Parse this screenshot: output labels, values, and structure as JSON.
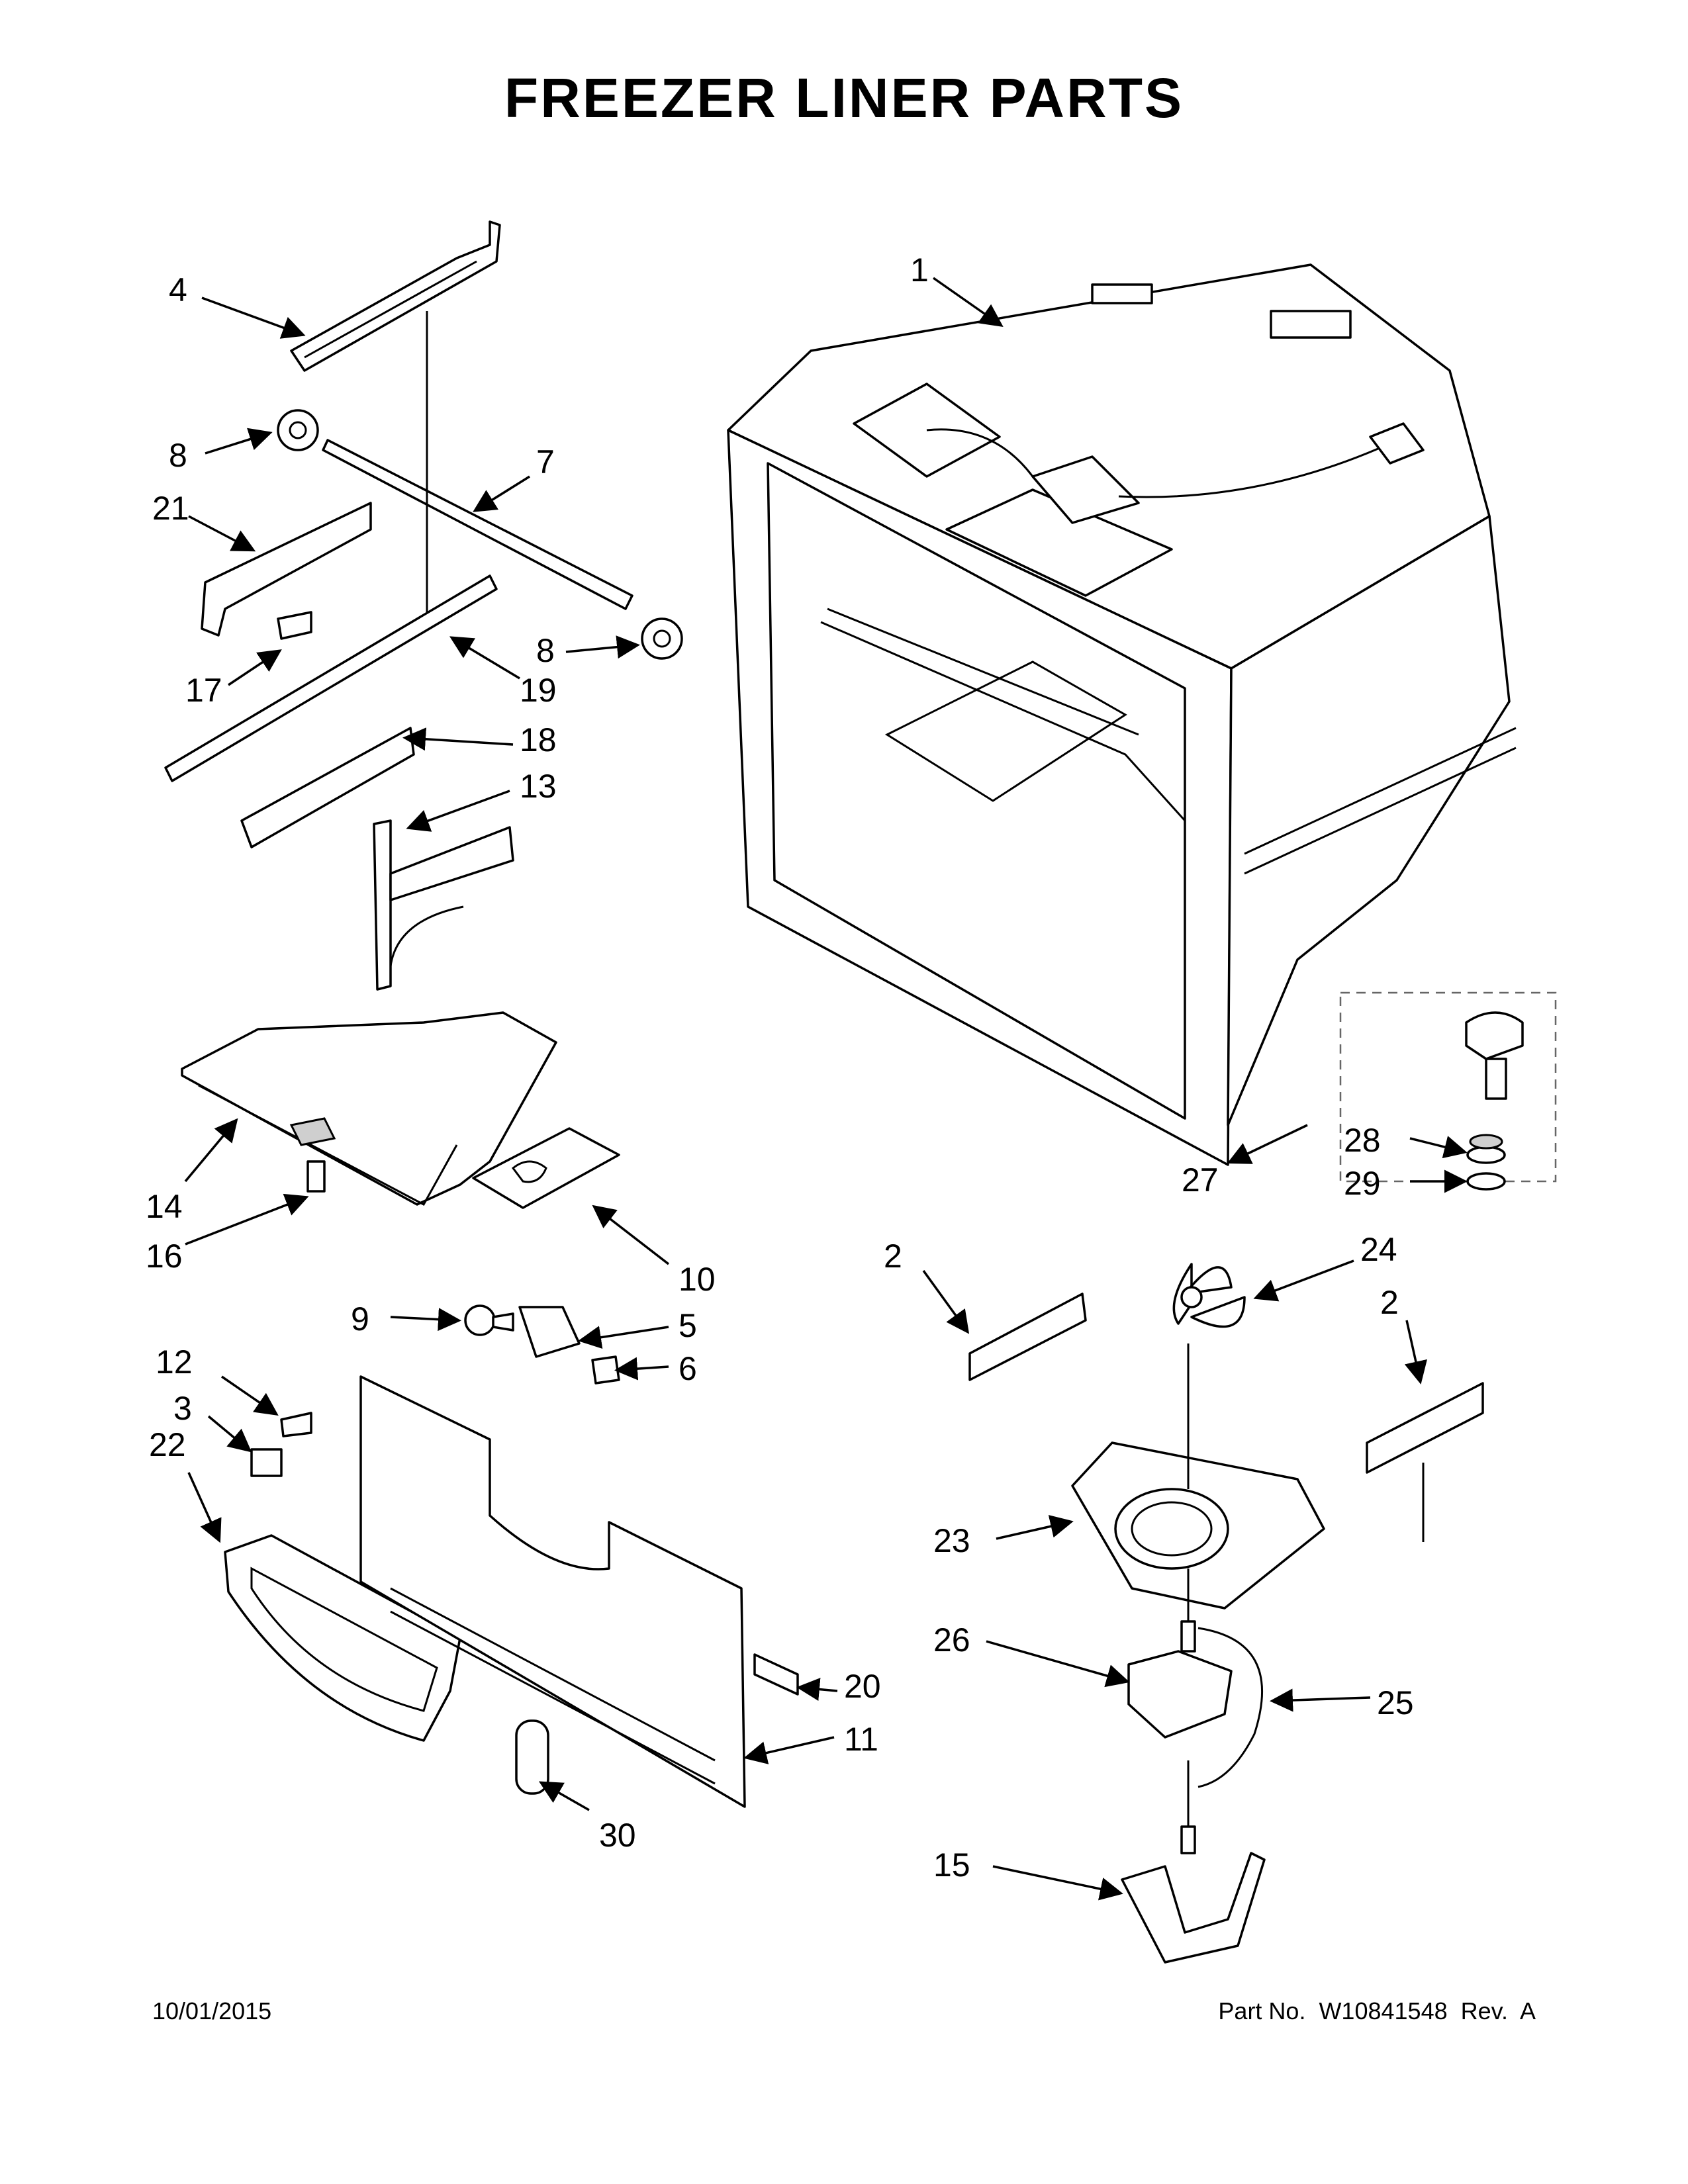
{
  "title": "FREEZER LINER PARTS",
  "callouts": [
    "1",
    "2",
    "2",
    "3",
    "4",
    "5",
    "6",
    "7",
    "8",
    "8",
    "9",
    "10",
    "11",
    "12",
    "13",
    "14",
    "15",
    "16",
    "17",
    "18",
    "19",
    "20",
    "21",
    "22",
    "23",
    "24",
    "25",
    "26",
    "27",
    "28",
    "29",
    "30"
  ],
  "footer": {
    "date": "10/01/2015",
    "part_number": "Part No.  W10841548  Rev.  A"
  }
}
